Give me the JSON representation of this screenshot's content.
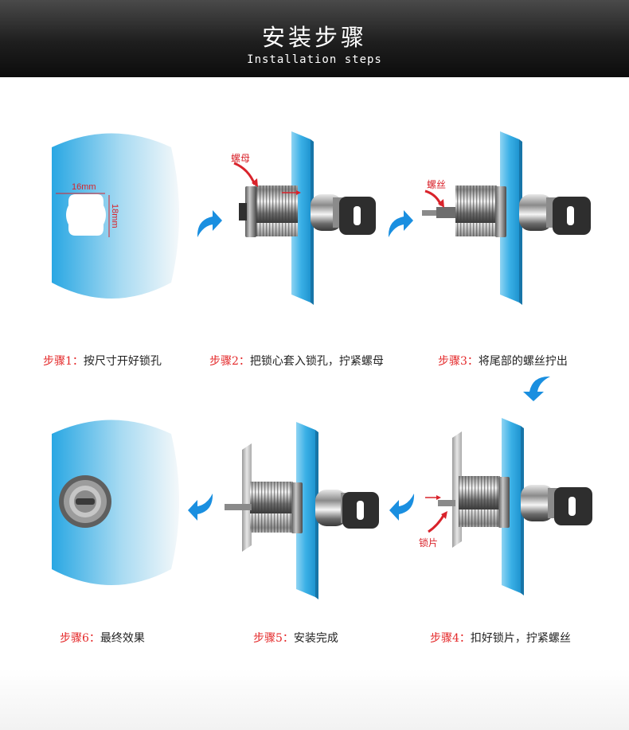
{
  "header": {
    "title": "安装步骤",
    "subtitle": "Installation steps"
  },
  "annotations": {
    "dim_width": "16mm",
    "dim_height": "18mm",
    "nut": "螺母",
    "screw": "螺丝",
    "lock_plate": "锁片"
  },
  "steps": [
    {
      "label": "步骤1：",
      "text": "按尺寸开好锁孔"
    },
    {
      "label": "步骤2：",
      "text": "把锁心套入锁孔，拧紧螺母"
    },
    {
      "label": "步骤3：",
      "text": "将尾部的螺丝拧出"
    },
    {
      "label": "步骤4：",
      "text": "扣好锁片，拧紧螺丝"
    },
    {
      "label": "步骤5：",
      "text": "安装完成"
    },
    {
      "label": "步骤6：",
      "text": "最终效果"
    }
  ],
  "colors": {
    "accent_red": "#e4292a",
    "arrow_blue": "#1a8fe0",
    "panel_blue": "#4fb5e8"
  }
}
